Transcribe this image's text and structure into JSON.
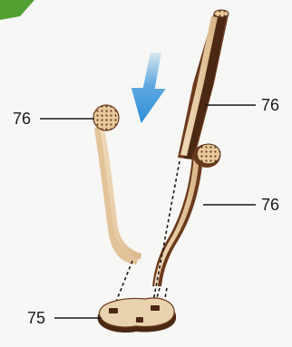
{
  "labels": {
    "stick_top_right": "76",
    "stick_left": "76",
    "stick_bottom_right": "76",
    "base": "75"
  },
  "colors": {
    "wood_light": "#e9d2ae",
    "wood_mid": "#cfa977",
    "wood_edge": "#6b3a1c",
    "wood_dark": "#4a2813",
    "arrow_blue": "#2e8fd8",
    "green_corner": "#52a032"
  },
  "icons": {
    "direction_arrow": "down-arrow-icon"
  }
}
